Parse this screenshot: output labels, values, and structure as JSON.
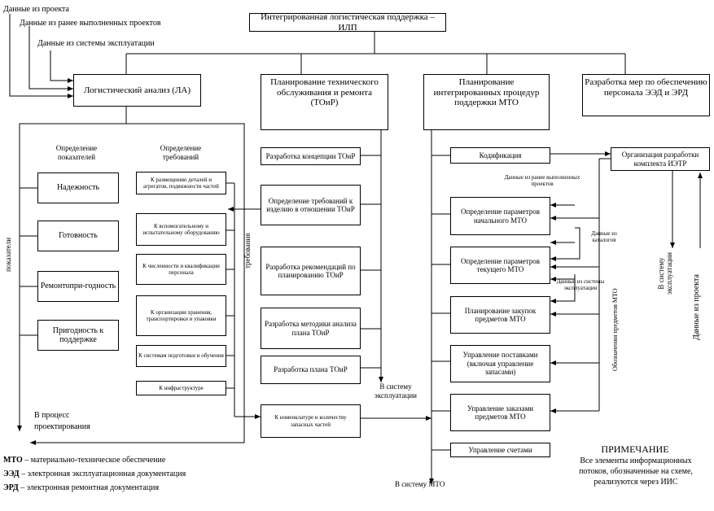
{
  "inputs": {
    "project_data": "Данные из проекта",
    "completed_projects_data": "Данные из ранее выполненных проектов",
    "operation_data": "Данные из системы эксплуатации"
  },
  "top_box": "Интегрированная логистическая поддержка – ИЛП",
  "column_boxes": {
    "la": "Логистический анализ (ЛА)",
    "tor": "Планирование технического обслуживания и ремонта (ТОиР)",
    "mto": "Планирование интегрированных процедур поддержки МТО",
    "eed": "Разработка мер по обеспечению персонала ЭЭД и ЭРД"
  },
  "la": {
    "indicators_heading": "Определение показателей",
    "requirements_heading": "Определение требований",
    "indicators": [
      "Надежность",
      "Готовность",
      "Ремонтопри-годность",
      "Пригодность к поддержке"
    ],
    "requirements": [
      "К размещению деталей и агрегатов, подвижности частей",
      "К вспомогательному и испытательному оборудованию",
      "К численности и квалификации персонала",
      "К организации хранения, транспортировки и упаковки",
      "К системам подготовки и обучения",
      "К инфраструктуре"
    ],
    "side_label": "показатели",
    "requirements_label": "требования",
    "design_process": "В процесс проектирования"
  },
  "tor": {
    "boxes": [
      "Разработка концепции ТОиР",
      "Определение требований к изделию в отношении ТОиР",
      "Разработка рекомендаций по планированию ТОиР",
      "Разработка методики анализа плана ТОиР",
      "Разработка плана ТОиР"
    ],
    "spare_parts": "К номенклатуре и количеству запасных частей",
    "to_operation": "В систему эксплуатации"
  },
  "mto": {
    "boxes": [
      "Кодификация",
      "Определение параметров начального МТО",
      "Определение параметров текущего МТО",
      "Планирование закупок предметов МТО",
      "Управление поставками (включая управление запасами)",
      "Управление заказами предметов МТО",
      "Управление счетами"
    ],
    "data_completed": "Данные из ранее выполненных проектов",
    "data_catalogs": "Данные из каталогов",
    "data_operation": "Данные из системы эксплуатации",
    "to_mto_system": "В систему МТО",
    "designation_label": "Обозначения предметов МТО"
  },
  "eed": {
    "org_box": "Организация разработки комплекта ИЭТР",
    "to_operation": "В систему эксплуатации",
    "from_project": "Данные из проекта"
  },
  "legend": [
    {
      "abbr": "МТО",
      "text": " – материально-техническое обеспечение"
    },
    {
      "abbr": "ЭЭД",
      "text": " – электронная эксплуатационная документация"
    },
    {
      "abbr": "ЭРД",
      "text": " – электронная ремонтная документация"
    }
  ],
  "note": {
    "title": "ПРИМЕЧАНИЕ",
    "text": "Все элементы информационных потоков, обозначенные на схеме, реализуются через ИИС"
  }
}
